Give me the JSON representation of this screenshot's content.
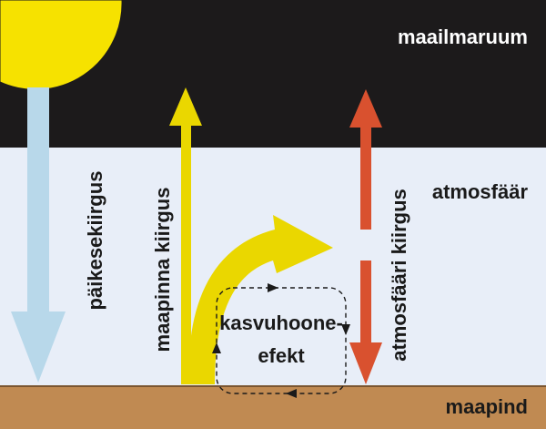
{
  "zones": {
    "space": "maailmaruum",
    "atmosphere": "atmosfäär",
    "ground": "maapind"
  },
  "arrows": {
    "solar": "päikesekiirgus",
    "surface": "maapinna kiirgus",
    "atmospheric": "atmosfääri kiirgus"
  },
  "effect": {
    "line1": "kasvuhoone-",
    "line2": "efekt"
  },
  "colors": {
    "space": "#1c1a1b",
    "atmosphere": "#e8eef8",
    "ground": "#c08a52",
    "sun": "#f6e200",
    "solar_arrow": "#b8d8ea",
    "surface_arrow": "#ead700",
    "atmospheric_arrow": "#d9512f",
    "loop": "#1a1a1a"
  }
}
